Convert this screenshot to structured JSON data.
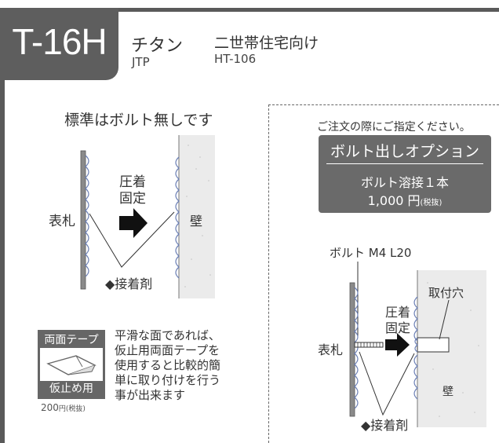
{
  "header": {
    "code": "T-16H",
    "material": "チタン",
    "material_code": "JTP",
    "usage": "二世帯住宅向け",
    "usage_code": "HT-106"
  },
  "left": {
    "heading": "標準はボルト無しです",
    "plate_label": "表札",
    "press_label_1": "圧着",
    "press_label_2": "固定",
    "wall_label": "壁",
    "adhesive_label": "◆接着剤"
  },
  "tape": {
    "top_label": "両面テープ",
    "bottom_label": "仮止め用",
    "price": "200",
    "price_unit": "円(税抜)",
    "desc_1": "平滑な面であれば、",
    "desc_2": "仮止用両面テープを",
    "desc_3": "使用すると比較的簡",
    "desc_4": "単に取り付けを行う",
    "desc_5": "事が出来ます"
  },
  "right": {
    "note": "ご注文の際にご指定ください。",
    "option_title": "ボルト出しオプション",
    "option_item": "ボルト溶接１本",
    "option_price": "1,000 円",
    "option_price_note": "(税抜)",
    "bolt_label": "ボルト M4 L20",
    "hole_label": "取付穴",
    "plate_label": "表札",
    "press_label_1": "圧着",
    "press_label_2": "固定",
    "wall_label": "壁",
    "adhesive_label": "◆接着剤"
  },
  "colors": {
    "dark_gray": "#5e5e5e",
    "panel_gray": "#6a6a6a",
    "wall_fill": "#ebebeb",
    "plate_gray": "#8a8a8a"
  }
}
